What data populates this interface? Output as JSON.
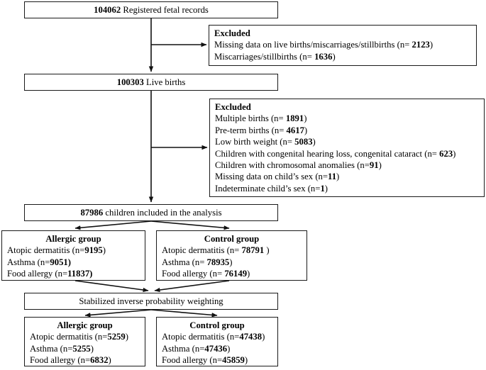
{
  "figure": {
    "type": "flowchart",
    "description": "Study participant selection flow diagram"
  },
  "nodes": {
    "registered": {
      "count": "104062",
      "label": " Registered fetal records"
    },
    "excluded1": {
      "heading": "Excluded",
      "items": [
        {
          "text": "Missing data on live births/miscarriages/stillbirths (n= ",
          "value": "2123",
          "suffix": ")"
        },
        {
          "text": "Miscarriages/stillbirths (n= ",
          "value": "1636",
          "suffix": ")"
        }
      ]
    },
    "live_births": {
      "count": "100303",
      "label": " Live births"
    },
    "excluded2": {
      "heading": "Excluded",
      "items": [
        {
          "text": "Multiple births (n= ",
          "value": "1891",
          "suffix": ")"
        },
        {
          "text": "Pre-term births (n= ",
          "value": "4617",
          "suffix": ")"
        },
        {
          "text": "Low birth weight (n= ",
          "value": "5083",
          "suffix": ")"
        },
        {
          "text": "Children with congenital hearing loss, congenital cataract (n= ",
          "value": "623",
          "suffix": ")"
        },
        {
          "text": "Children with chromosomal anomalies (n=",
          "value": "91",
          "suffix": ")"
        },
        {
          "text": "Missing data on child’s sex (n=",
          "value": "11",
          "suffix": ")"
        },
        {
          "text": "Indeterminate child’s sex (n=",
          "value": "1",
          "suffix": ")"
        }
      ]
    },
    "included": {
      "count": "87986",
      "label": " children included in the analysis"
    },
    "allergic_group_1": {
      "title": "Allergic group",
      "items": [
        {
          "text": "Atopic dermatitis (n=",
          "value": "9195",
          "suffix": ")"
        },
        {
          "text": "Asthma (n=",
          "value": "9051)",
          "suffix": ""
        },
        {
          "text": "Food allergy (n=",
          "value": "11837)",
          "suffix": ""
        }
      ]
    },
    "control_group_1": {
      "title": "Control group",
      "items": [
        {
          "text": "Atopic dermatitis (n= ",
          "value": "78791",
          "suffix": " )"
        },
        {
          "text": "Asthma (n= ",
          "value": "78935",
          "suffix": ")"
        },
        {
          "text": "Food allergy (n= ",
          "value": "76149",
          "suffix": ")"
        }
      ]
    },
    "weighting": {
      "label": "Stabilized inverse probability weighting"
    },
    "allergic_group_2": {
      "title": "Allergic group",
      "items": [
        {
          "text": "Atopic dermatitis (n=",
          "value": "5259",
          "suffix": ")"
        },
        {
          "text": "Asthma (n=",
          "value": "5255",
          "suffix": ")"
        },
        {
          "text": "Food allergy (n=",
          "value": "6832",
          "suffix": ")"
        }
      ]
    },
    "control_group_2": {
      "title": "Control group",
      "items": [
        {
          "text": "Atopic dermatitis (n=",
          "value": "47438",
          "suffix": ")"
        },
        {
          "text": "Asthma (n=",
          "value": "47436",
          "suffix": ")"
        },
        {
          "text": "Food allergy (n=",
          "value": "45859",
          "suffix": ")"
        }
      ]
    }
  },
  "colors": {
    "border": "#1a1a1a",
    "text": "#000000",
    "background": "#ffffff"
  }
}
